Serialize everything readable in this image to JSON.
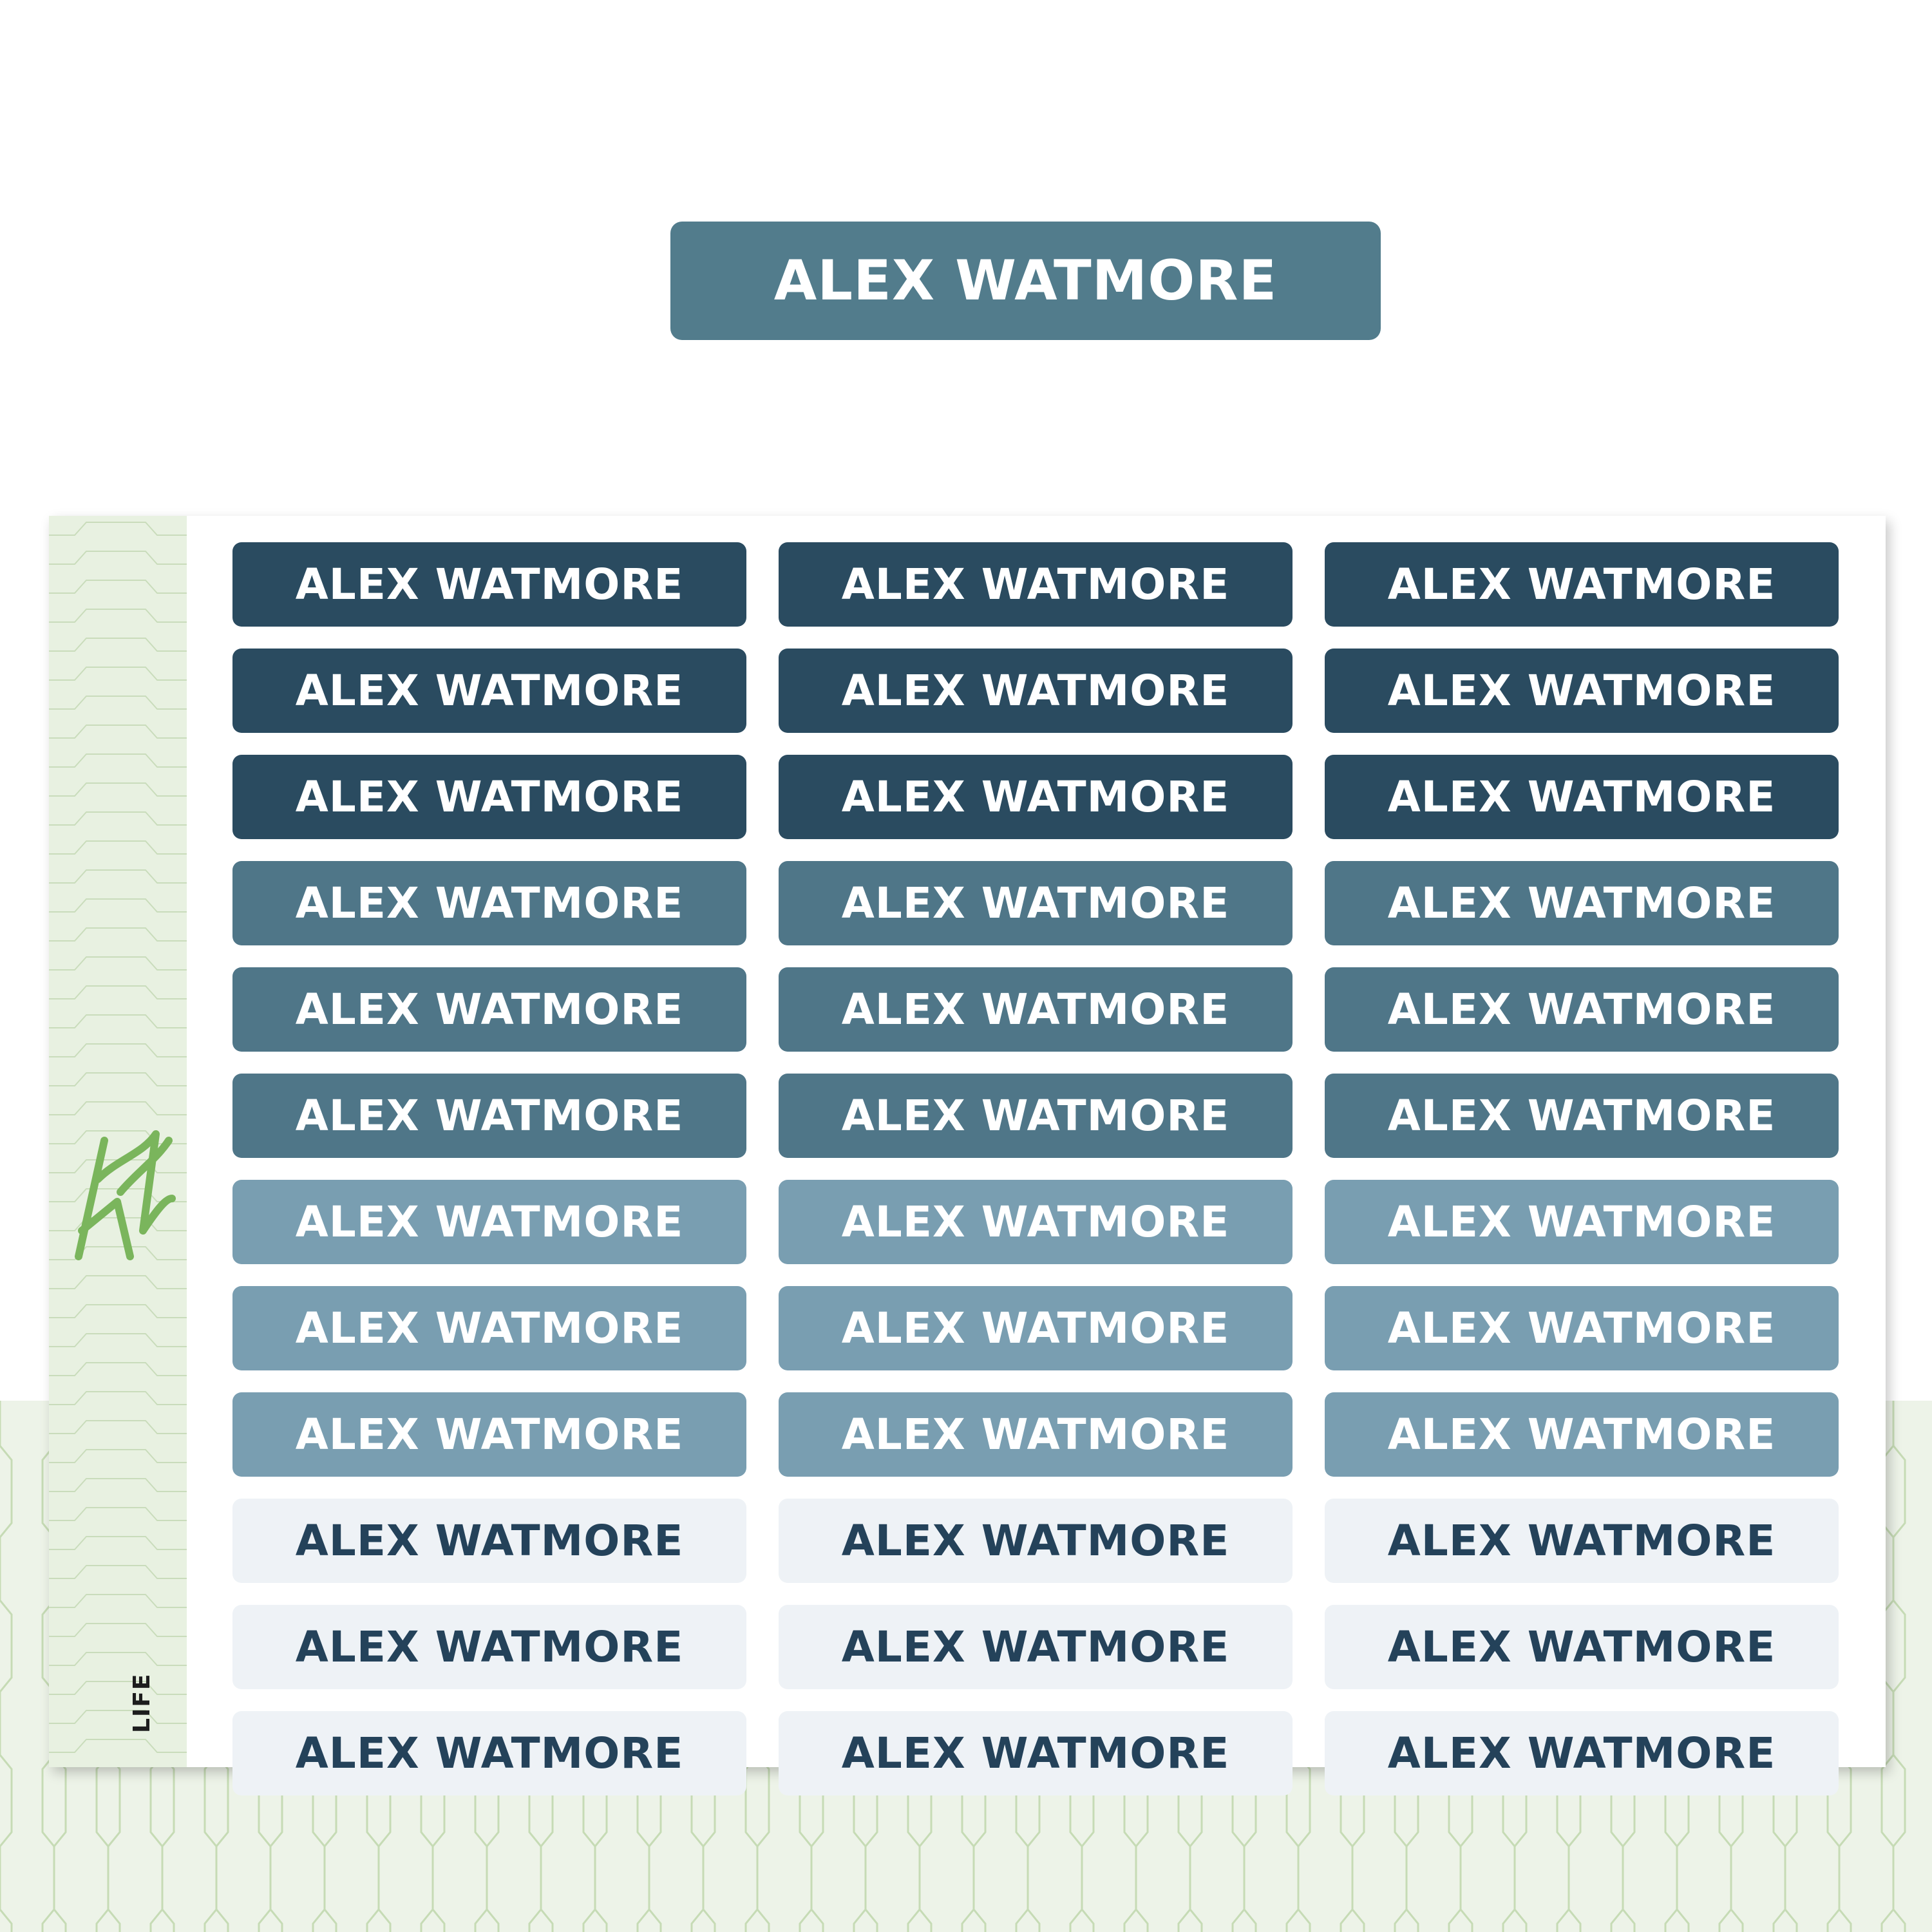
{
  "preview": {
    "text": "ALEX WATMORE"
  },
  "sheet": {
    "logo": {
      "script": "Kbd",
      "sub": "LIFE"
    },
    "rows": [
      {
        "tone": "dark",
        "labels": [
          "ALEX WATMORE",
          "ALEX WATMORE",
          "ALEX WATMORE"
        ]
      },
      {
        "tone": "dark",
        "labels": [
          "ALEX WATMORE",
          "ALEX WATMORE",
          "ALEX WATMORE"
        ]
      },
      {
        "tone": "dark",
        "labels": [
          "ALEX WATMORE",
          "ALEX WATMORE",
          "ALEX WATMORE"
        ]
      },
      {
        "tone": "mid",
        "labels": [
          "ALEX WATMORE",
          "ALEX WATMORE",
          "ALEX WATMORE"
        ]
      },
      {
        "tone": "mid",
        "labels": [
          "ALEX WATMORE",
          "ALEX WATMORE",
          "ALEX WATMORE"
        ]
      },
      {
        "tone": "mid",
        "labels": [
          "ALEX WATMORE",
          "ALEX WATMORE",
          "ALEX WATMORE"
        ]
      },
      {
        "tone": "light",
        "labels": [
          "ALEX WATMORE",
          "ALEX WATMORE",
          "ALEX WATMORE"
        ]
      },
      {
        "tone": "light",
        "labels": [
          "ALEX WATMORE",
          "ALEX WATMORE",
          "ALEX WATMORE"
        ]
      },
      {
        "tone": "light",
        "labels": [
          "ALEX WATMORE",
          "ALEX WATMORE",
          "ALEX WATMORE"
        ]
      },
      {
        "tone": "pale",
        "labels": [
          "ALEX WATMORE",
          "ALEX WATMORE",
          "ALEX WATMORE"
        ]
      },
      {
        "tone": "pale",
        "labels": [
          "ALEX WATMORE",
          "ALEX WATMORE",
          "ALEX WATMORE"
        ]
      },
      {
        "tone": "pale",
        "labels": [
          "ALEX WATMORE",
          "ALEX WATMORE",
          "ALEX WATMORE"
        ]
      }
    ]
  },
  "colors": {
    "dark": "#2a4b60",
    "mid": "#4f7688",
    "light": "#799eb1",
    "pale": "#eef2f6",
    "pale_text": "#24425a",
    "pattern": "#edf3e8",
    "logo_green": "#7ab55c"
  }
}
